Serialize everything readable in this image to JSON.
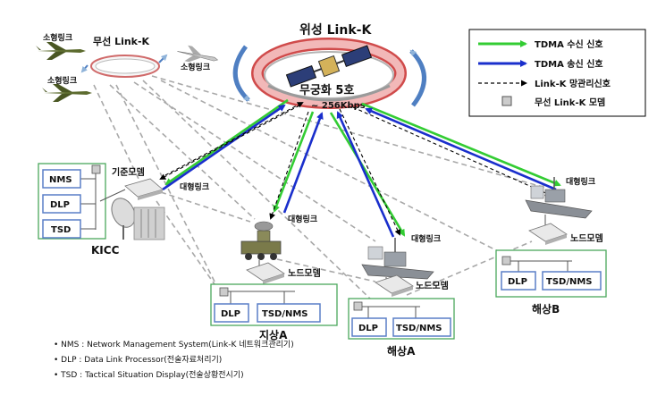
{
  "satellite": {
    "title": "위성 Link-K",
    "name": "무궁화 5호",
    "rate": "~ 256Kbps"
  },
  "wireless": {
    "title": "무선 Link-K",
    "small_link_labels": [
      "소형링크",
      "소형링크",
      "소형링크"
    ]
  },
  "legend": {
    "items": [
      {
        "label": "TDMA 수신 신호",
        "color": "#33cc33"
      },
      {
        "label": "TDMA 송신 신호",
        "color": "#1a2fcc"
      },
      {
        "label": "Link-K 망관리신호",
        "color": "#000000"
      },
      {
        "label": "무선 Link-K 모뎀",
        "color": "#cccccc"
      }
    ]
  },
  "nodes": {
    "kicc": {
      "name": "KICC",
      "modem": "기준모뎀",
      "link": "대형링크",
      "boxes": [
        "NMS",
        "DLP",
        "TSD"
      ]
    },
    "ground_a": {
      "name": "지상A",
      "modem": "노드모뎀",
      "link": "대형링크",
      "boxes": [
        "DLP",
        "TSD/NMS"
      ]
    },
    "sea_a": {
      "name": "해상A",
      "modem": "노드모뎀",
      "link": "대형링크",
      "boxes": [
        "DLP",
        "TSD/NMS"
      ]
    },
    "sea_b": {
      "name": "해상B",
      "modem": "노드모뎀",
      "link": "대형링크",
      "boxes": [
        "DLP",
        "TSD/NMS"
      ]
    }
  },
  "notes": [
    "• NMS  : Network Management System(Link-K 네트워크관리기)",
    "• DLP : Data Link Processor(전술자료처리기)",
    "• TSD : Tactical Situation Display(전술상황전시기)"
  ]
}
